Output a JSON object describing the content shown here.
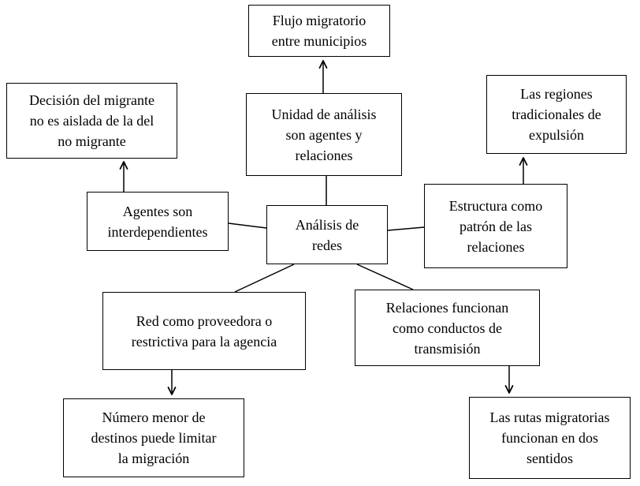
{
  "diagram": {
    "nodes": {
      "flujo": {
        "label": "Flujo migratorio\nentre municipios"
      },
      "unidad": {
        "label": "Unidad de análisis\nson agentes y\nrelaciones"
      },
      "decision": {
        "label": "Decisión del migrante\nno es aislada de la del\nno migrante"
      },
      "agentes": {
        "label": "Agentes son\ninterdependientes"
      },
      "analisis": {
        "label": "Análisis de\nredes"
      },
      "estructura": {
        "label": "Estructura como\npatrón de las\nrelaciones"
      },
      "regiones": {
        "label": "Las regiones\ntradicionales de\nexpulsión"
      },
      "red": {
        "label": "Red como proveedora o\nrestrictiva para la agencia"
      },
      "relaciones": {
        "label": "Relaciones funcionan\ncomo conductos de\ntransmisión"
      },
      "numero": {
        "label": "Número menor de\ndestinos puede limitar\nla migración"
      },
      "rutas": {
        "label": "Las rutas migratorias\nfuncionan en dos\nsentidos"
      }
    },
    "edges": [
      {
        "from": "analisis",
        "to": "unidad",
        "arrow": false
      },
      {
        "from": "unidad",
        "to": "flujo",
        "arrow": true
      },
      {
        "from": "analisis",
        "to": "agentes",
        "arrow": false
      },
      {
        "from": "agentes",
        "to": "decision",
        "arrow": true
      },
      {
        "from": "analisis",
        "to": "estructura",
        "arrow": false
      },
      {
        "from": "estructura",
        "to": "regiones",
        "arrow": true
      },
      {
        "from": "analisis",
        "to": "red",
        "arrow": false
      },
      {
        "from": "analisis",
        "to": "relaciones",
        "arrow": false
      },
      {
        "from": "red",
        "to": "numero",
        "arrow": true
      },
      {
        "from": "relaciones",
        "to": "rutas",
        "arrow": true
      }
    ],
    "colors": {
      "background": "#ffffff",
      "border": "#000000",
      "line": "#000000",
      "text": "#000000"
    }
  }
}
